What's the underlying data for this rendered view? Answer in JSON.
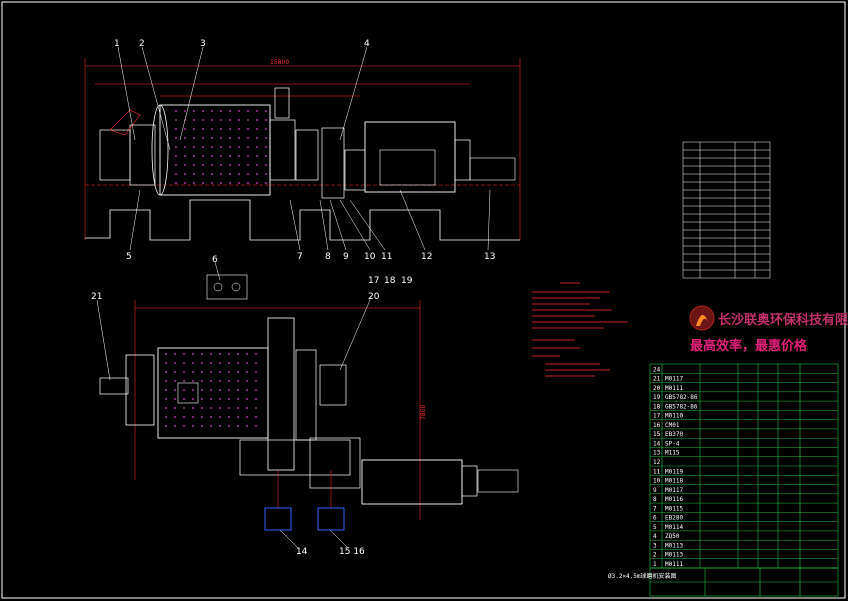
{
  "drawing": {
    "overall_length": "15800",
    "part_numbers_top": [
      "1",
      "2",
      "3",
      "4"
    ],
    "part_numbers_bottom": [
      "5",
      "7",
      "8",
      "9",
      "10",
      "11",
      "12",
      "13"
    ],
    "part_numbers_row2": [
      "17",
      "18",
      "19"
    ],
    "plan_labels": [
      "6",
      "20",
      "21",
      "14",
      "15 16"
    ],
    "plan_height_dim": "7800",
    "company_name": "长沙联奥环保科技有限公司",
    "slogan": "最高效率，最惠价格",
    "table_numbers": [
      "24",
      "21",
      "20",
      "19",
      "18",
      "17",
      "16",
      "15",
      "14",
      "13",
      "12",
      "11",
      "10",
      "9",
      "8",
      "7",
      "6",
      "5",
      "4",
      "3",
      "2",
      "1"
    ],
    "table_codes": [
      "M0117",
      "M0111",
      "GB5782-86",
      "GB5782-86",
      "M0110",
      "CM01",
      "EB370",
      "SP-4",
      "M115",
      "",
      "M0119",
      "M0118",
      "M0117",
      "M0116",
      "M0115",
      "EB280",
      "M0114",
      "ZQ50",
      "M0113",
      "M0113",
      "M0111"
    ],
    "title_block": "Ø3.2×4.5m球磨机安装图"
  }
}
